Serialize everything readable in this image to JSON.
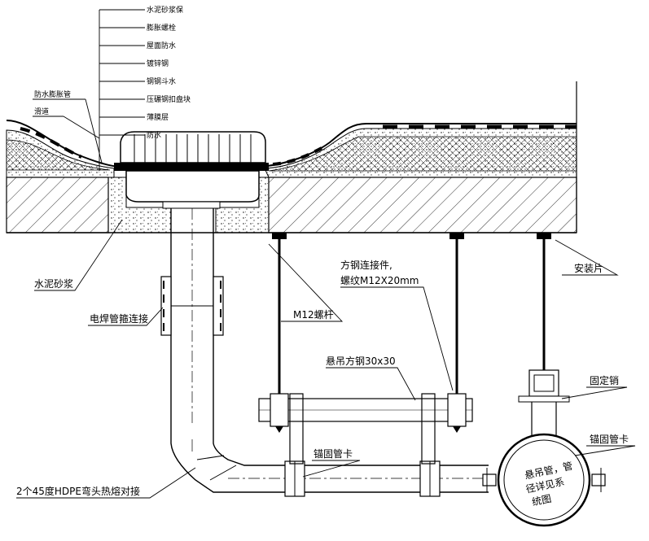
{
  "layer_labels": [
    "水泥砂浆保",
    "膨胀螺栓",
    "屋面防水",
    "镀锌钢",
    "钢钢斗水",
    "压碾钢扣盘块",
    "薄膜层",
    "防水"
  ],
  "left_labels": {
    "waterproof_pipe": "防水膨胀管",
    "rule": "滑道"
  },
  "labels": {
    "cement_mortar": "水泥砂浆",
    "electrofusion_coupling": "电焊管箍连接",
    "m12_rod": "M12螺杆",
    "steel_connector_line1": "方钢连接件,",
    "steel_connector_line2": "螺纹M12X20mm",
    "hanging_steel": "悬吊方钢30x30",
    "anchor_clamp_left": "锚固管卡",
    "elbow": "2个45度HDPE弯头热熔对接",
    "mounting_plate": "安装片",
    "fixed_pin": "固定销",
    "anchor_clamp_right": "锚固管卡",
    "circle_line1": "悬吊管，管",
    "circle_line2": "径详见系",
    "circle_line3": "统图"
  },
  "colors": {
    "line": "#000000",
    "background": "#ffffff"
  }
}
